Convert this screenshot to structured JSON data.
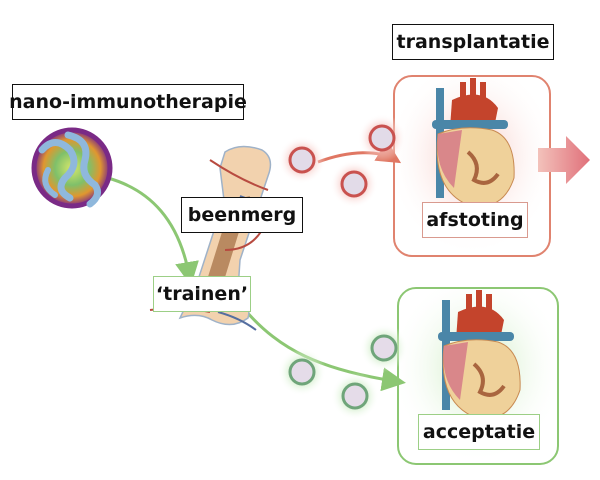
{
  "labels": {
    "nano": "nano-immunotherapie",
    "transplant": "transplantatie",
    "marrow": "beenmerg",
    "train": "‘trainen’",
    "reject": "afstoting",
    "accept": "acceptatie"
  },
  "colors": {
    "green": "#8cc773",
    "red": "#e07763",
    "label_border": "#111111"
  }
}
